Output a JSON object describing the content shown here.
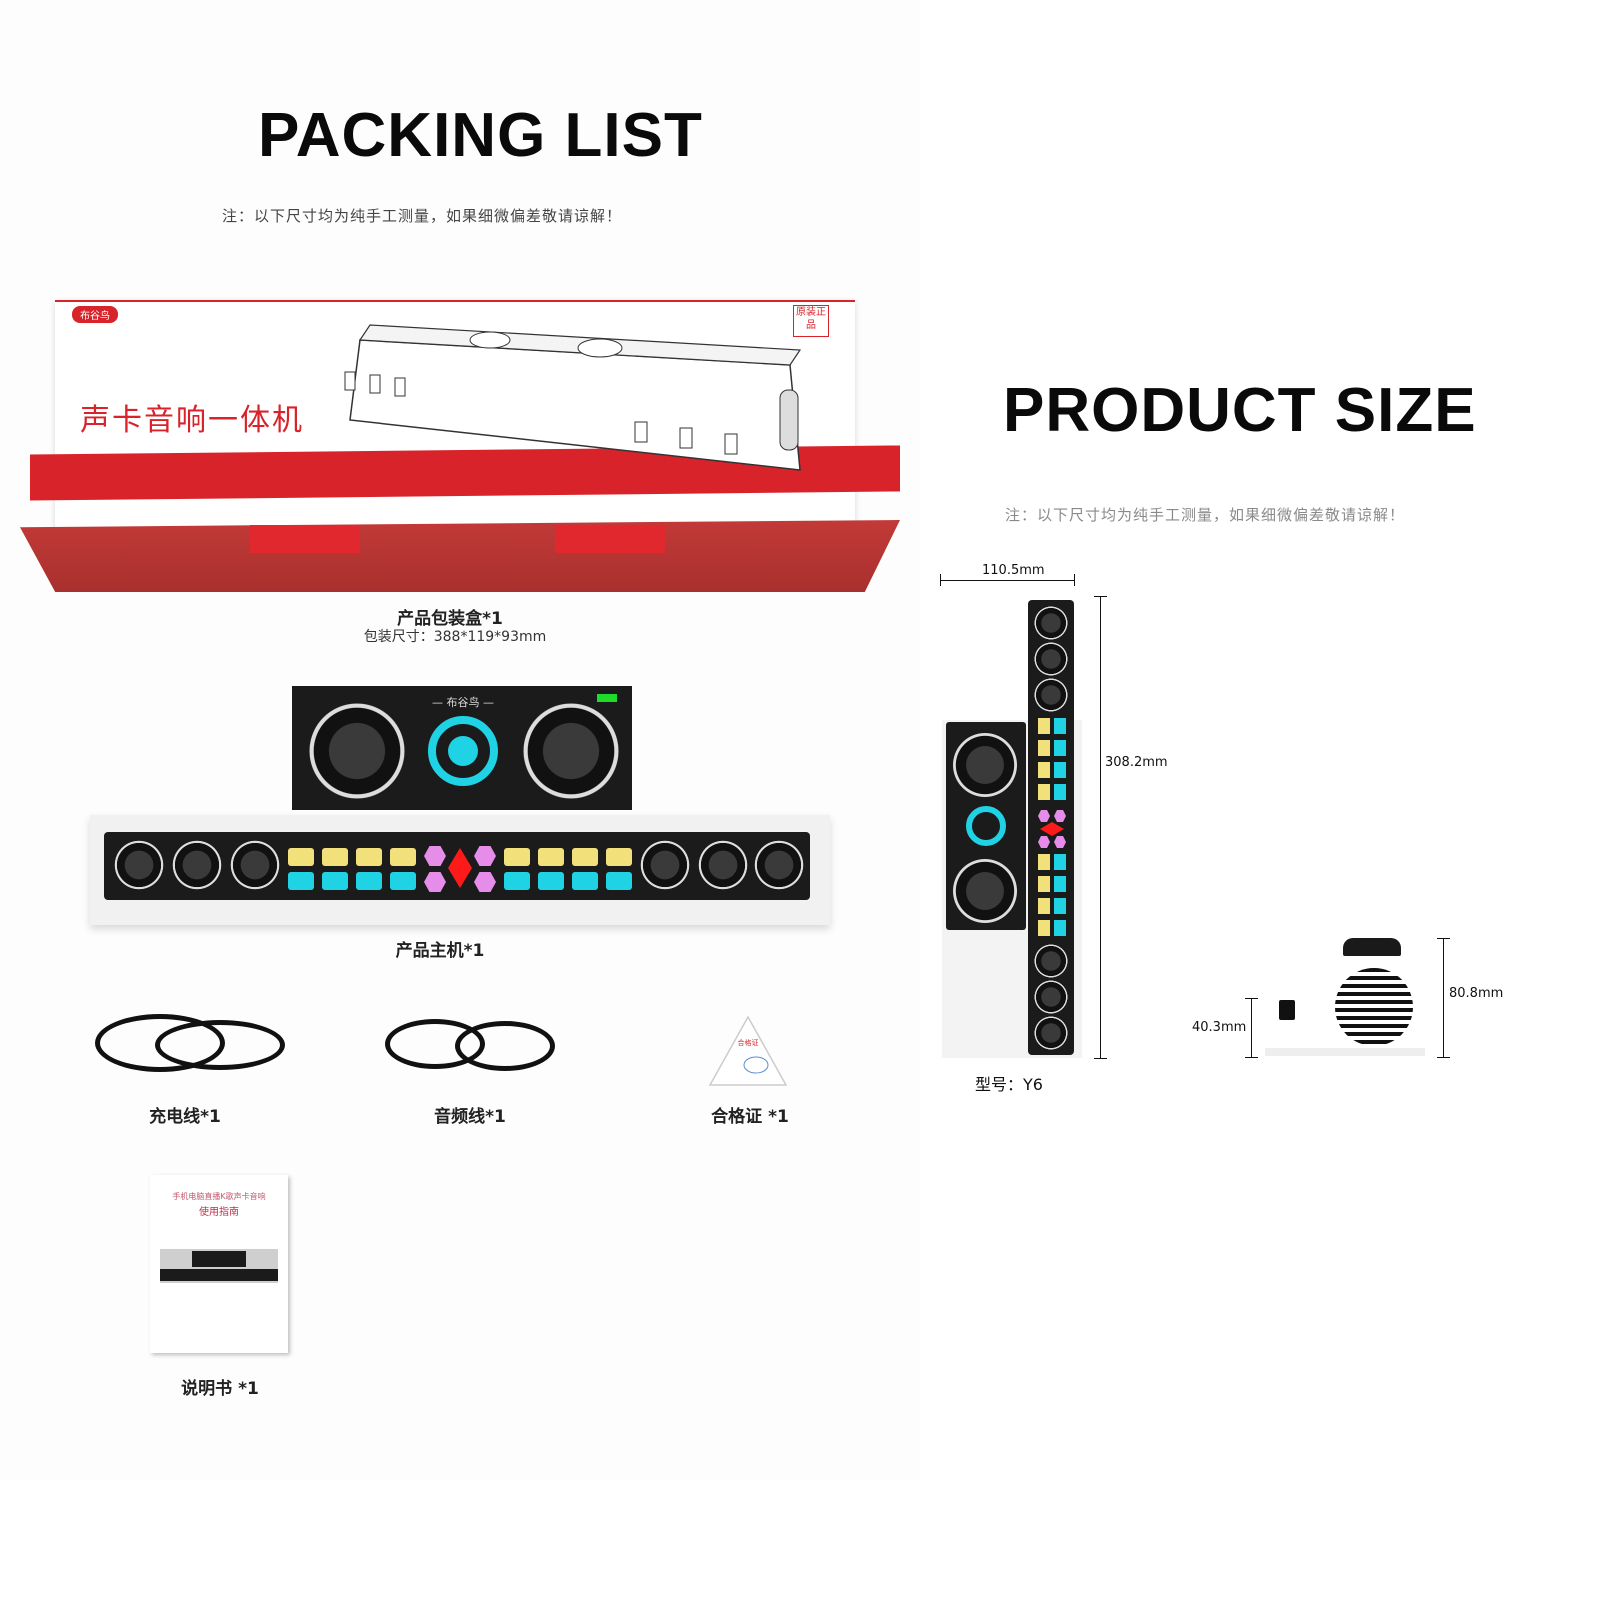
{
  "packing_list": {
    "title": "PACKING LIST",
    "note": "注：以下尺寸均为纯手工测量，如果细微偏差敬请谅解！",
    "box": {
      "brand_badge": "布谷鸟",
      "product_name": "声卡音响一体机",
      "seal": "原装正品",
      "caption": "产品包装盒*1",
      "size_label": "包装尺寸：388*119*93mm"
    },
    "main_unit": {
      "brand": "— 布谷鸟 —",
      "caption": "产品主机*1",
      "colors": {
        "yellow": "#f2e07a",
        "cyan": "#1fd3e4",
        "pink": "#e58de8",
        "red": "#ff1a1a",
        "body": "#1b1b1c"
      }
    },
    "items": [
      {
        "name": "charging-cable",
        "caption": "充电线*1"
      },
      {
        "name": "audio-cable",
        "caption": "音频线*1"
      },
      {
        "name": "certificate",
        "caption": "合格证 *1"
      },
      {
        "name": "manual",
        "caption": "说明书 *1"
      }
    ],
    "manual": {
      "line1": "手机电脑直播K歌声卡音响",
      "line2": "使用指南"
    }
  },
  "product_size": {
    "title": "PRODUCT SIZE",
    "note": "注：以下尺寸均为纯手工测量，如果细微偏差敬请谅解！",
    "width": "110.5mm",
    "length": "308.2mm",
    "height_small": "40.3mm",
    "height_large": "80.8mm",
    "model": "型号：Y6"
  }
}
